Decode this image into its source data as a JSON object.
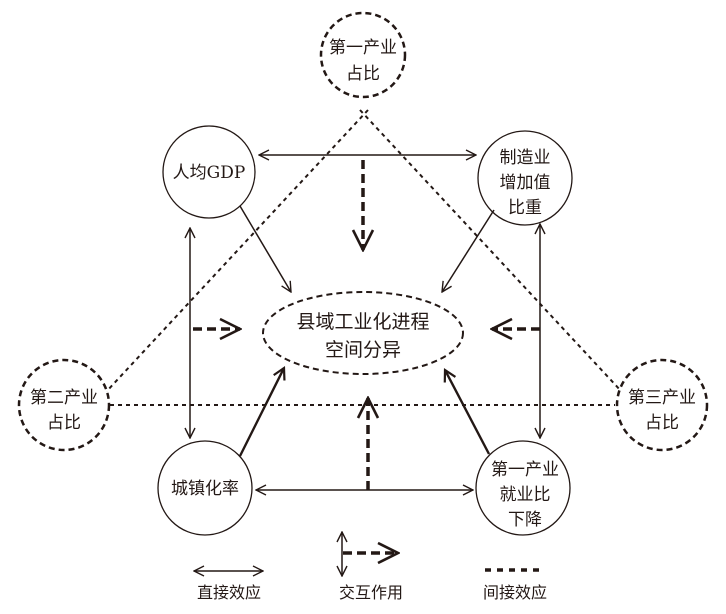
{
  "nodes": {
    "primary_share": [
      "第一产业",
      "占比"
    ],
    "gdp_per_capita": [
      "人均GDP"
    ],
    "manufacturing": [
      "制造业",
      "增加值",
      "比重"
    ],
    "center": [
      "县域工业化进程",
      "空间分异"
    ],
    "secondary_share": [
      "第二产业",
      "占比"
    ],
    "tertiary_share": [
      "第三产业",
      "占比"
    ],
    "urbanization": [
      "城镇化率"
    ],
    "primary_employment": [
      "第一产业",
      "就业比",
      "下降"
    ]
  },
  "legend": {
    "direct": "直接效应",
    "interaction": "交互作用",
    "indirect": "间接效应"
  }
}
